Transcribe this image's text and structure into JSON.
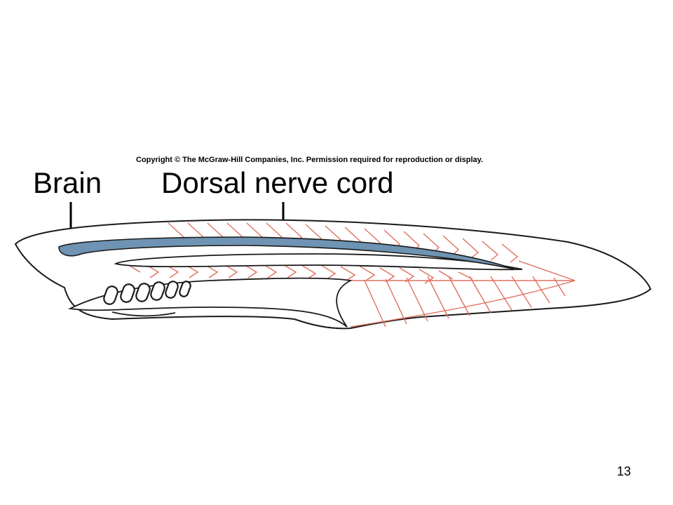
{
  "copyright": "Copyright © The McGraw-Hill Companies, Inc. Permission required for reproduction or display.",
  "labels": {
    "brain": "Brain",
    "dorsal_nerve_cord": "Dorsal nerve cord"
  },
  "page_number": "13",
  "colors": {
    "nerve_cord": "#6f93b2",
    "muscle_lines": "#e0705f",
    "outline": "#1a1a1a"
  }
}
